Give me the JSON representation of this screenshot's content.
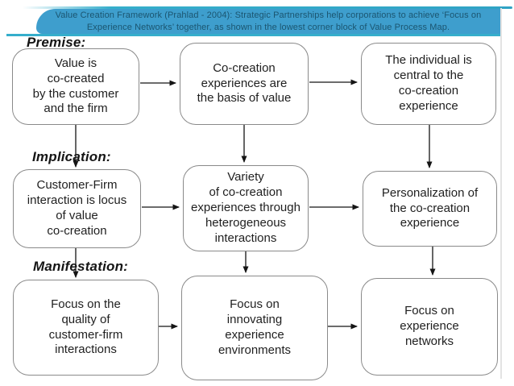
{
  "header": {
    "text": "Value Creation Framework (Prahlad - 2004): Strategic Partnerships help corporations to achieve ‘Focus on\nExperience Networks’ together, as shown in the lowest corner block of Value Process Map."
  },
  "diagram": {
    "rows": [
      {
        "label": "Premise:",
        "boxes": [
          "Value is\nco-created\nby the customer\nand the firm",
          "Co-creation\nexperiences are\nthe basis of value",
          "The individual is\ncentral to the\nco-creation\nexperience"
        ]
      },
      {
        "label": "Implication:",
        "boxes": [
          "Customer-Firm\ninteraction is locus\nof value\nco-creation",
          "Variety\nof co-creation\nexperiences through\nheterogeneous\ninteractions",
          "Personalization of\nthe co-creation\nexperience"
        ]
      },
      {
        "label": "Manifestation:",
        "boxes": [
          "Focus on the\nquality of\ncustomer-firm\ninteractions",
          "Focus on\ninnovating\nexperience\nenvironments",
          "Focus on\nexperience\nnetworks"
        ]
      }
    ]
  },
  "colors": {
    "accent_teal": "#35aecb",
    "banner_bg": "#3e9ecd",
    "banner_text": "#1b5570",
    "box_border": "#8a8a8a",
    "box_text": "#1f1f1f"
  }
}
